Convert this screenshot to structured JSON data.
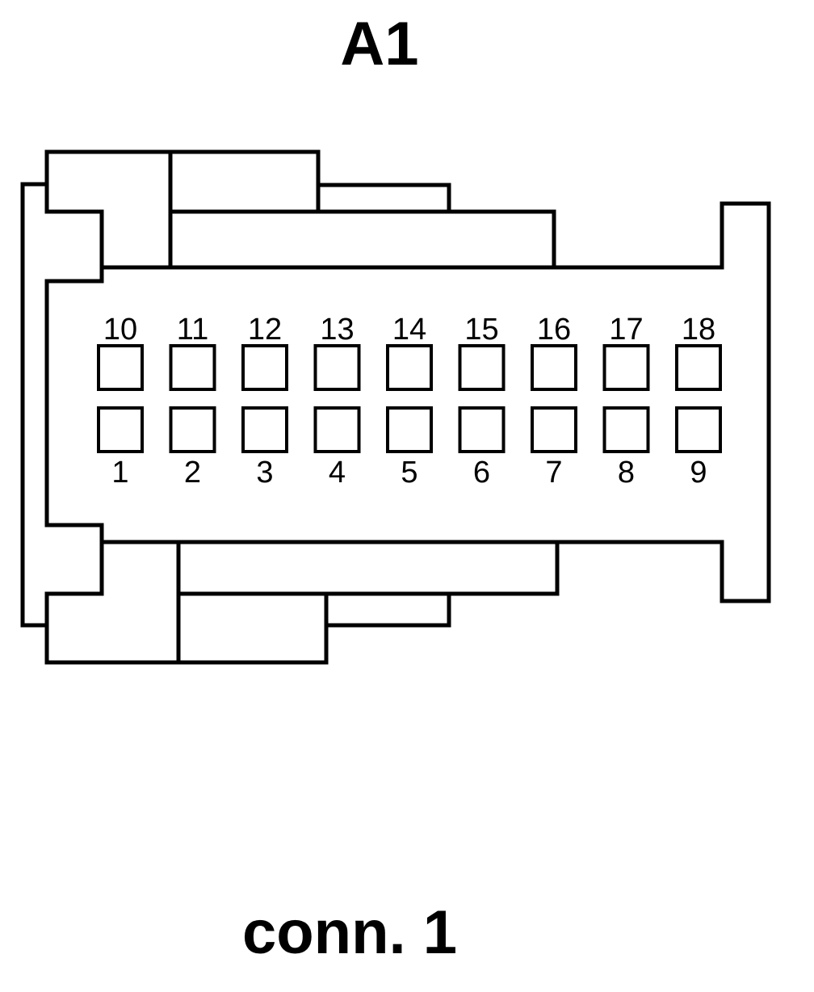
{
  "title": "A1",
  "caption": "conn. 1",
  "colors": {
    "stroke": "#000000",
    "background": "#ffffff"
  },
  "connector": {
    "top_row": [
      "10",
      "11",
      "12",
      "13",
      "14",
      "15",
      "16",
      "17",
      "18"
    ],
    "bottom_row": [
      "1",
      "2",
      "3",
      "4",
      "5",
      "6",
      "7",
      "8",
      "9"
    ]
  }
}
